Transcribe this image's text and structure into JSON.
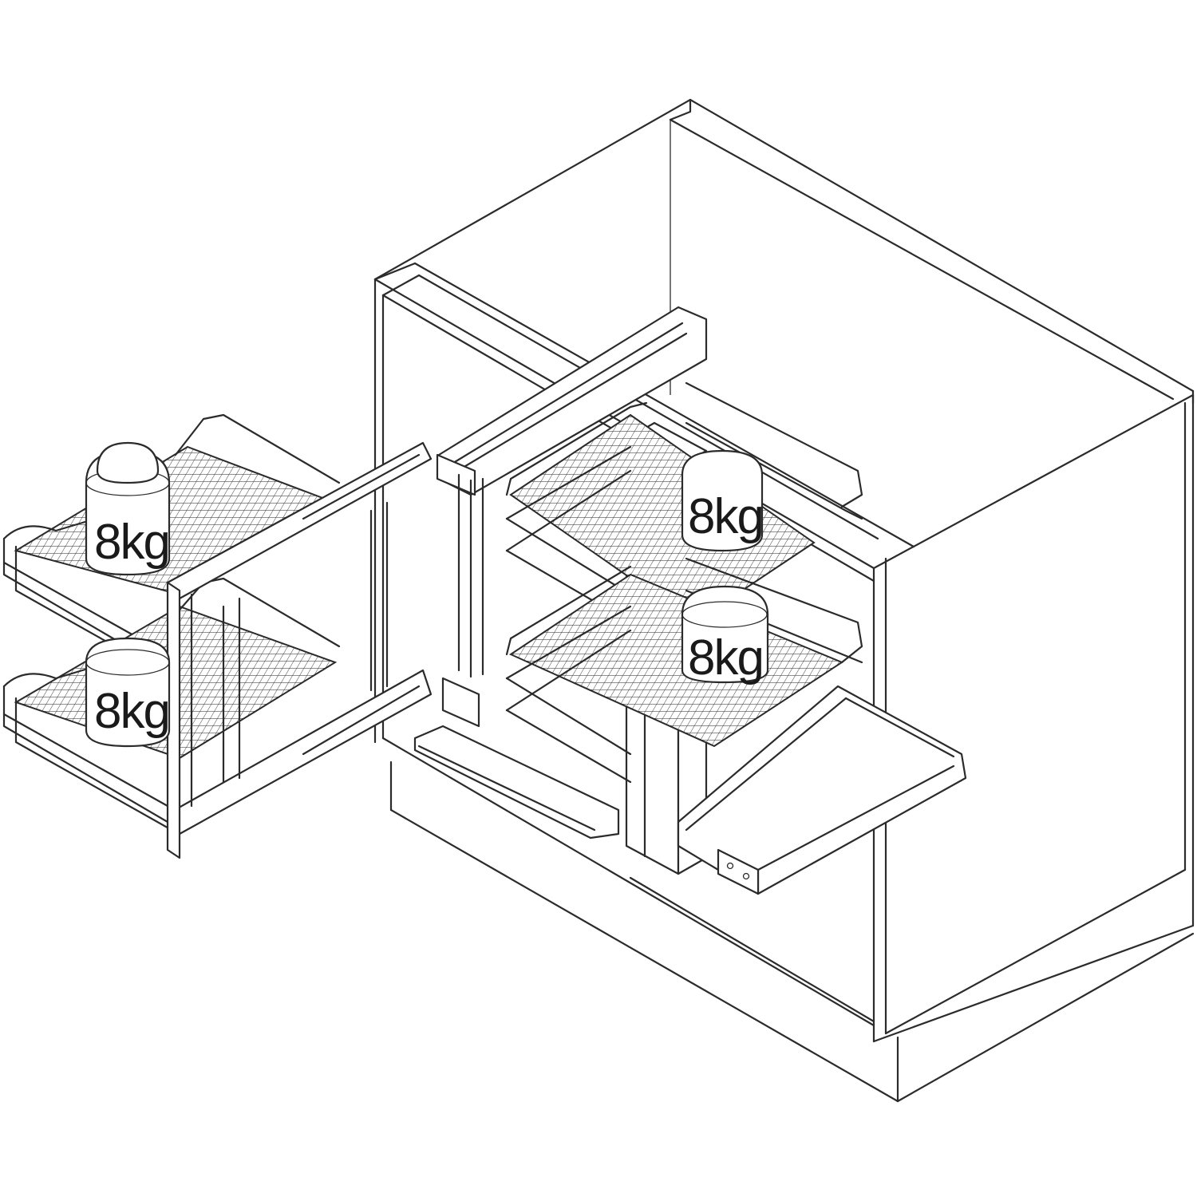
{
  "diagram": {
    "weights": [
      {
        "label": "8kg"
      },
      {
        "label": "8kg"
      },
      {
        "label": "8kg"
      },
      {
        "label": "8kg"
      }
    ]
  }
}
